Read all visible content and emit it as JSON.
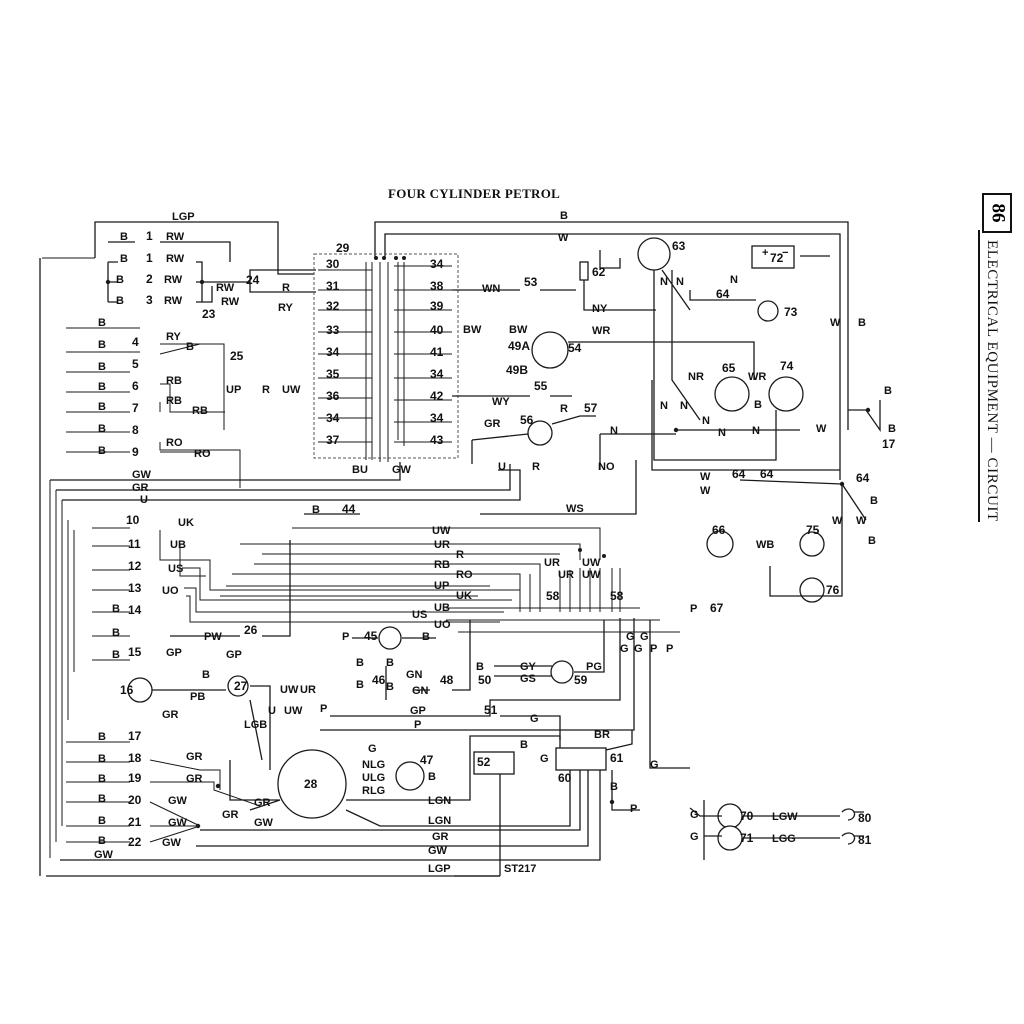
{
  "header": {
    "title": "FOUR CYLINDER PETROL",
    "page_number": "86",
    "section": "ELECTRICAL EQUIPMENT — CIRCUIT"
  },
  "footer": {
    "code": "ST217"
  },
  "colors": {
    "ink": "#1a1a1a",
    "paper": "#ffffff"
  },
  "wire_labels": {
    "lgp_top": "LGP",
    "b_top": "B",
    "w_top": "W",
    "rw1": "RW",
    "rw2": "RW",
    "rw3": "RW",
    "rw4": "RW",
    "rw5": "RW",
    "rw6": "RW",
    "r_main": "R",
    "ry_main": "RY",
    "ry4": "RY",
    "rb6": "RB",
    "rb7": "RB",
    "rb_main": "RB",
    "ro8": "RO",
    "ro_main": "RO",
    "up": "UP",
    "r_v": "R",
    "uw_v": "UW",
    "wn": "WN",
    "ny": "NY",
    "bw1": "BW",
    "bw2": "BW",
    "wr54": "WR",
    "wy": "WY",
    "gr_mid": "GR",
    "u_mid": "U",
    "r_mid": "R",
    "n56": "N",
    "no": "NO",
    "r57": "R",
    "bu": "BU",
    "gw_box": "GW",
    "gw_l": "GW",
    "gr_l": "GR",
    "u_l": "U",
    "b44": "B",
    "ws": "WS",
    "n63a": "N",
    "n63b": "N",
    "n63c": "N",
    "n64": "N",
    "nr": "NR",
    "wr74": "WR",
    "b74": "B",
    "n65a": "N",
    "n65b": "N",
    "n65c": "N",
    "n65d": "N",
    "w_r1": "W",
    "b_r1": "B",
    "w_r2": "W",
    "b_r2": "B",
    "b_r3": "B",
    "w64a": "W",
    "w64b": "W",
    "w_c1": "W",
    "w_c2": "W",
    "b_c": "B",
    "b_c2": "B",
    "wb": "WB",
    "uk": "UK",
    "ub": "UB",
    "us": "US",
    "uo": "UO",
    "pw": "PW",
    "gp15": "GP",
    "gp_l": "GP",
    "p45": "P",
    "pb": "PB",
    "gr16": "GR",
    "lgb": "LGB",
    "u_lo": "U",
    "uw_lo1": "UW",
    "uw_lo2": "UW",
    "ur_lo": "UR",
    "p_lo": "P",
    "uw_bus": "UW",
    "ur_bus": "UR",
    "r_bus": "R",
    "rb_bus": "RB",
    "ro_bus": "RO",
    "up_bus": "UP",
    "uk_bus": "UK",
    "ub_bus": "UB",
    "us_bus": "US",
    "uo_bus": "UO",
    "ur58a": "UR",
    "uw58a": "UW",
    "ur58b": "UR",
    "uw58b": "UW",
    "g_a": "G",
    "g_b": "G",
    "g_c": "G",
    "g_d": "G",
    "p_a": "P",
    "p_b": "P",
    "p67": "P",
    "gn": "GN",
    "gn48": "GN",
    "gy": "GY",
    "gs": "GS",
    "pg": "PG",
    "gp_lo": "GP",
    "p_lo2": "P",
    "g51": "G",
    "br": "BR",
    "g28": "G",
    "nlg": "NLG",
    "ulg": "ULG",
    "rlg": "RLG",
    "gr18": "GR",
    "gr19": "GR",
    "gw20": "GW",
    "gw21": "GW",
    "gw22": "GW",
    "gr28a": "GR",
    "gw28": "GW",
    "gr28b": "GR",
    "lgn1": "LGN",
    "lgn2": "LGN",
    "gr_b1": "GR",
    "gw_b1": "GW",
    "lgp_b": "LGP",
    "gr_b2": "GR",
    "gw_b2": "GW",
    "g60": "G",
    "b61": "B",
    "p61": "P",
    "g_r": "G",
    "lgw": "LGW",
    "lgg": "LGG",
    "g70": "G",
    "g71": "G",
    "b_g1": "B",
    "b_g2": "B",
    "b_g3": "B",
    "b_g4": "B",
    "b_g5": "B",
    "b_g6": "B",
    "b_g7": "B",
    "b_g8": "B",
    "b_g9": "B",
    "b_g10": "B",
    "b_g11": "B",
    "b_g12": "B",
    "b_g13": "B",
    "b_g14": "B",
    "b_g15": "B",
    "b_g16": "B",
    "b_g17": "B",
    "b_g18": "B",
    "b_g19": "B",
    "b_g20": "B",
    "b_g21": "B",
    "b_g22": "B",
    "b27": "B",
    "b45": "B",
    "b46a": "B",
    "b46b": "B",
    "b50": "B",
    "b52": "B",
    "b47": "B",
    "b17": "B",
    "b72p": "+",
    "b72m": "−"
  },
  "components": {
    "c1": "1",
    "c1b": "1",
    "c2": "2",
    "c3": "3",
    "c4": "4",
    "c5": "5",
    "c6": "6",
    "c7": "7",
    "c8": "8",
    "c9": "9",
    "c10": "10",
    "c11": "11",
    "c12": "12",
    "c13": "13",
    "c14": "14",
    "c15": "15",
    "c16": "16",
    "c17": "17",
    "c18": "18",
    "c19": "19",
    "c20": "20",
    "c21": "21",
    "c22": "22",
    "c23": "23",
    "c24": "24",
    "c25": "25",
    "c26": "26",
    "c27": "27",
    "c28": "28",
    "c29": "29",
    "f30": "30",
    "f31": "31",
    "f32": "32",
    "f33": "33",
    "f34a": "34",
    "f35": "35",
    "f36": "36",
    "f34b": "34",
    "f37": "37",
    "f34c": "34",
    "f38": "38",
    "f39": "39",
    "f40": "40",
    "f41": "41",
    "f34d": "34",
    "f42": "42",
    "f34e": "34",
    "f43": "43",
    "c44": "44",
    "c45": "45",
    "c46": "46",
    "c47": "47",
    "c48": "48",
    "c49a": "49A",
    "c49b": "49B",
    "c50": "50",
    "c51": "51",
    "c52": "52",
    "c53": "53",
    "c54": "54",
    "c55": "55",
    "c56": "56",
    "c57": "57",
    "c58a": "58",
    "c58b": "58",
    "c59": "59",
    "c60": "60",
    "c61": "61",
    "c62": "62",
    "c63": "63",
    "c64a": "64",
    "c64b": "64",
    "c64c": "64",
    "c64d": "64",
    "c65": "65",
    "c66": "66",
    "c67": "67",
    "c70": "70",
    "c71": "71",
    "c72": "72",
    "c73": "73",
    "c74": "74",
    "c75": "75",
    "c76": "76",
    "c80": "80",
    "c81": "81",
    "c17r": "17"
  }
}
